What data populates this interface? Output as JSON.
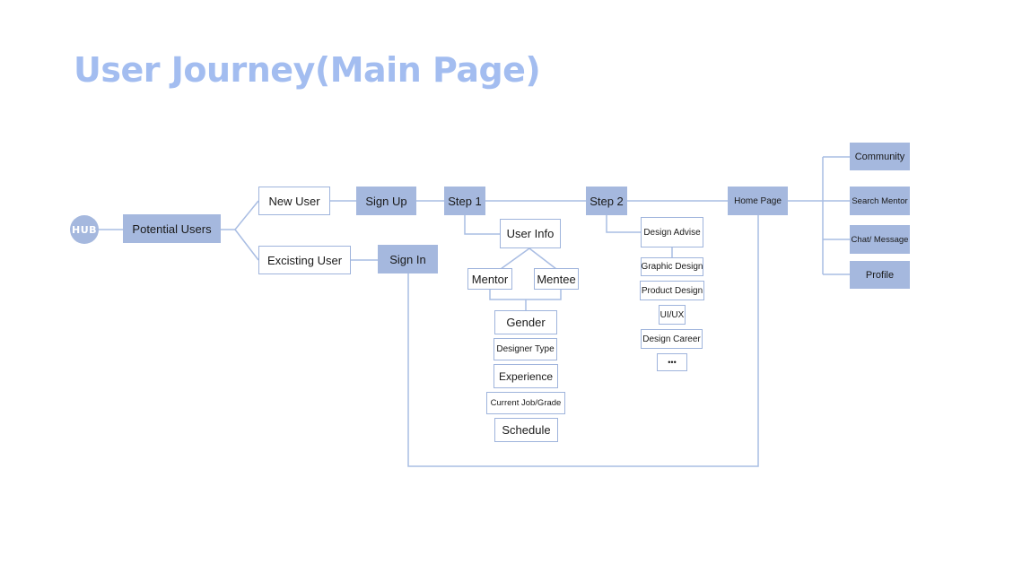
{
  "title": "User Journey(Main Page)",
  "logo_text": "HUB",
  "nodes": {
    "potential_users": "Potential Users",
    "new_user": "New User",
    "existing_user": "Excisting User",
    "sign_up": "Sign Up",
    "sign_in": "Sign In",
    "step1": "Step 1",
    "step2": "Step 2",
    "home_page": "Home Page",
    "user_info": "User Info",
    "mentor": "Mentor",
    "mentee": "Mentee",
    "gender": "Gender",
    "designer_type": "Designer Type",
    "experience": "Experience",
    "current_job": "Current Job/Grade",
    "schedule": "Schedule",
    "design_advise": "Design Advise",
    "graphic_design": "Graphic Design",
    "product_design": "Product Design",
    "uiux": "UI/UX",
    "design_career": "Design Career",
    "more": "•••",
    "community": "Community",
    "search_mentor": "Search Mentor",
    "chat_message": "Chat/ Message",
    "profile": "Profile"
  },
  "colors": {
    "title": "#a3bdf0",
    "filled_node": "#a5b8de",
    "outline": "#9fb4dc",
    "connector": "#a9bde3"
  }
}
